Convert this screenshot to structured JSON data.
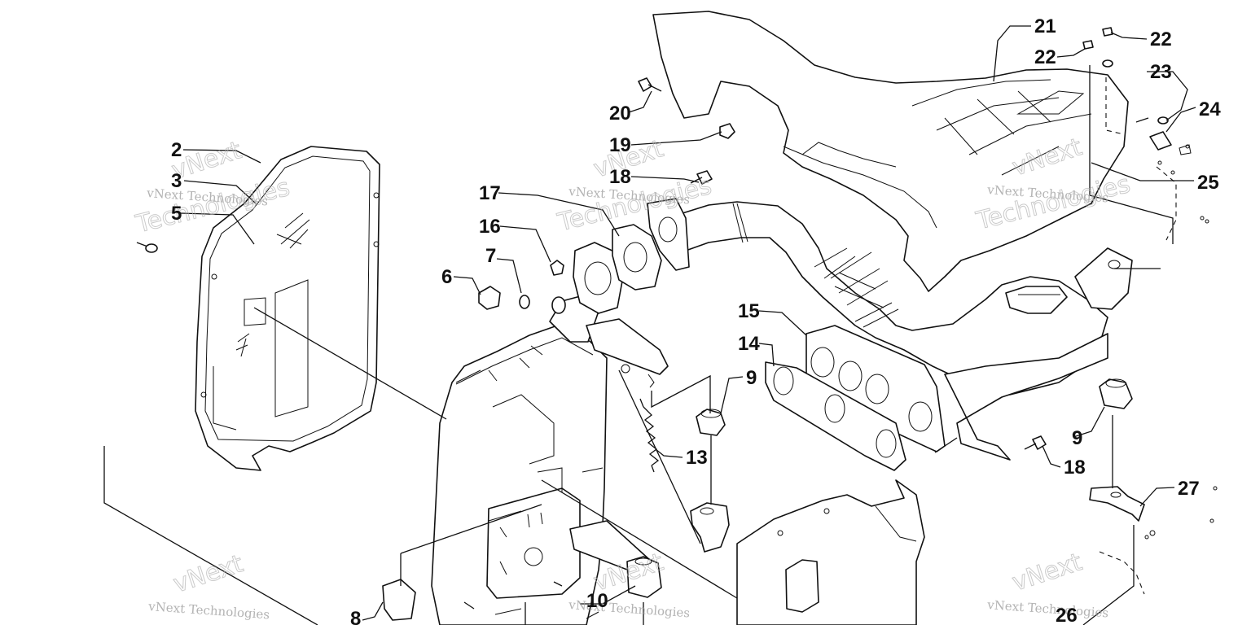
{
  "callouts": [
    {
      "id": "c2",
      "text": "2"
    },
    {
      "id": "c3",
      "text": "3"
    },
    {
      "id": "c5",
      "text": "5"
    },
    {
      "id": "c6",
      "text": "6"
    },
    {
      "id": "c7",
      "text": "7"
    },
    {
      "id": "c8",
      "text": "8"
    },
    {
      "id": "c9a",
      "text": "9"
    },
    {
      "id": "c9b",
      "text": "9"
    },
    {
      "id": "c10",
      "text": "10"
    },
    {
      "id": "c13",
      "text": "13"
    },
    {
      "id": "c14",
      "text": "14"
    },
    {
      "id": "c15",
      "text": "15"
    },
    {
      "id": "c16",
      "text": "16"
    },
    {
      "id": "c17",
      "text": "17"
    },
    {
      "id": "c18a",
      "text": "18"
    },
    {
      "id": "c18b",
      "text": "18"
    },
    {
      "id": "c19",
      "text": "19"
    },
    {
      "id": "c20",
      "text": "20"
    },
    {
      "id": "c21",
      "text": "21"
    },
    {
      "id": "c22a",
      "text": "22"
    },
    {
      "id": "c22b",
      "text": "22"
    },
    {
      "id": "c23",
      "text": "23"
    },
    {
      "id": "c24",
      "text": "24"
    },
    {
      "id": "c25",
      "text": "25"
    },
    {
      "id": "c26",
      "text": "26"
    },
    {
      "id": "c27",
      "text": "27"
    }
  ],
  "watermark": {
    "line1": "vNext",
    "line2": "vNext Technologies",
    "line3": "Technologies"
  }
}
